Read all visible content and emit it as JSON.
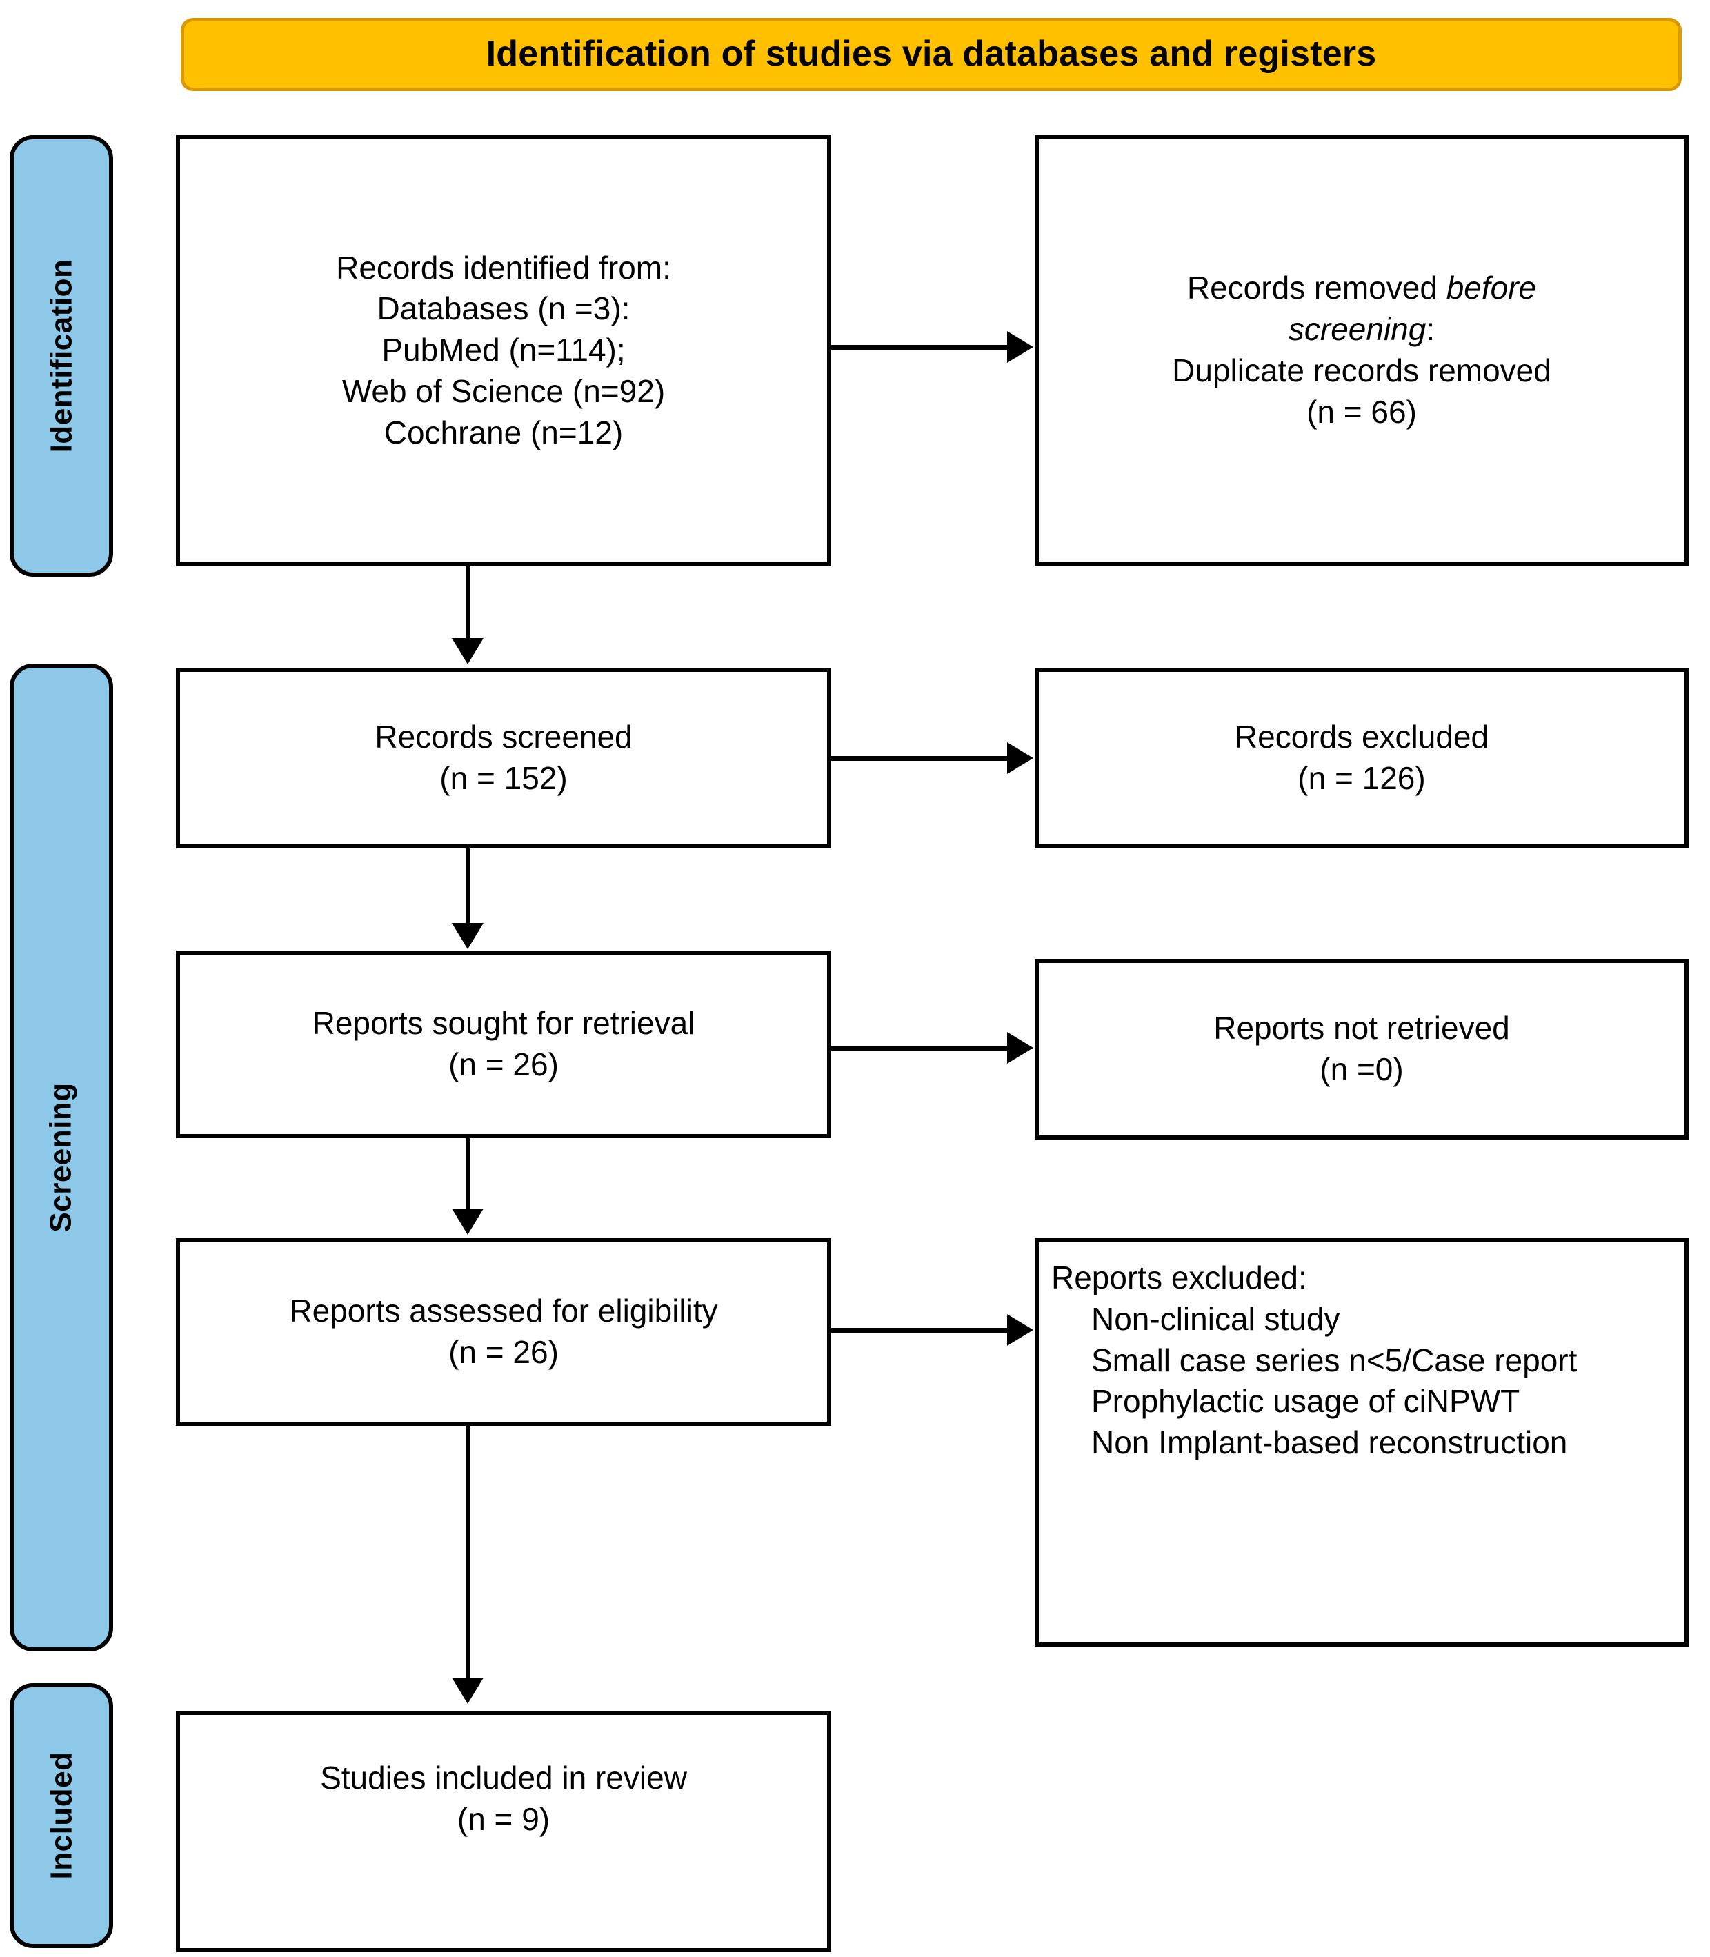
{
  "banner": {
    "title": "Identification of studies via databases and registers",
    "bg_color": "#FFC000",
    "border_color": "#D99A00"
  },
  "stages": {
    "color": "#8DC8E8",
    "items": [
      {
        "id": "identification",
        "label": "Identification"
      },
      {
        "id": "screening",
        "label": "Screening"
      },
      {
        "id": "included",
        "label": "Included"
      }
    ]
  },
  "boxes": {
    "records_identified": {
      "lines": [
        "Records identified from:",
        "Databases (n =3):",
        "PubMed (n=114);",
        "Web of Science (n=92)",
        "Cochrane (n=12)"
      ]
    },
    "records_removed": {
      "line1_prefix": "Records removed ",
      "line1_italic": "before",
      "line2_italic": "screening",
      "line2_suffix": ":",
      "line3": "Duplicate records removed",
      "line4": "(n = 66)"
    },
    "records_screened": {
      "label": "Records screened",
      "count": "(n = 152)"
    },
    "records_excluded": {
      "label": "Records excluded",
      "count": "(n = 126)"
    },
    "reports_sought": {
      "label": "Reports sought for retrieval",
      "count": "(n = 26)"
    },
    "reports_not_retrieved": {
      "label": "Reports not retrieved",
      "count": "(n =0)"
    },
    "reports_assessed": {
      "label": "Reports assessed for eligibility",
      "count": "(n = 26)"
    },
    "reports_excluded": {
      "heading": "Reports excluded:",
      "reasons": [
        "Non-clinical study",
        "Small case series n<5/Case report",
        "Prophylactic usage of ciNPWT",
        "Non Implant-based reconstruction"
      ]
    },
    "studies_included": {
      "label": "Studies included in review",
      "count": "(n = 9)"
    }
  },
  "flow": {
    "type": "prisma-flow-diagram",
    "numbers": {
      "databases": 3,
      "pubmed": 114,
      "web_of_science": 92,
      "cochrane": 12,
      "duplicates_removed": 66,
      "records_screened": 152,
      "records_excluded": 126,
      "reports_sought": 26,
      "reports_not_retrieved": 0,
      "reports_assessed": 26,
      "studies_included": 9
    }
  }
}
